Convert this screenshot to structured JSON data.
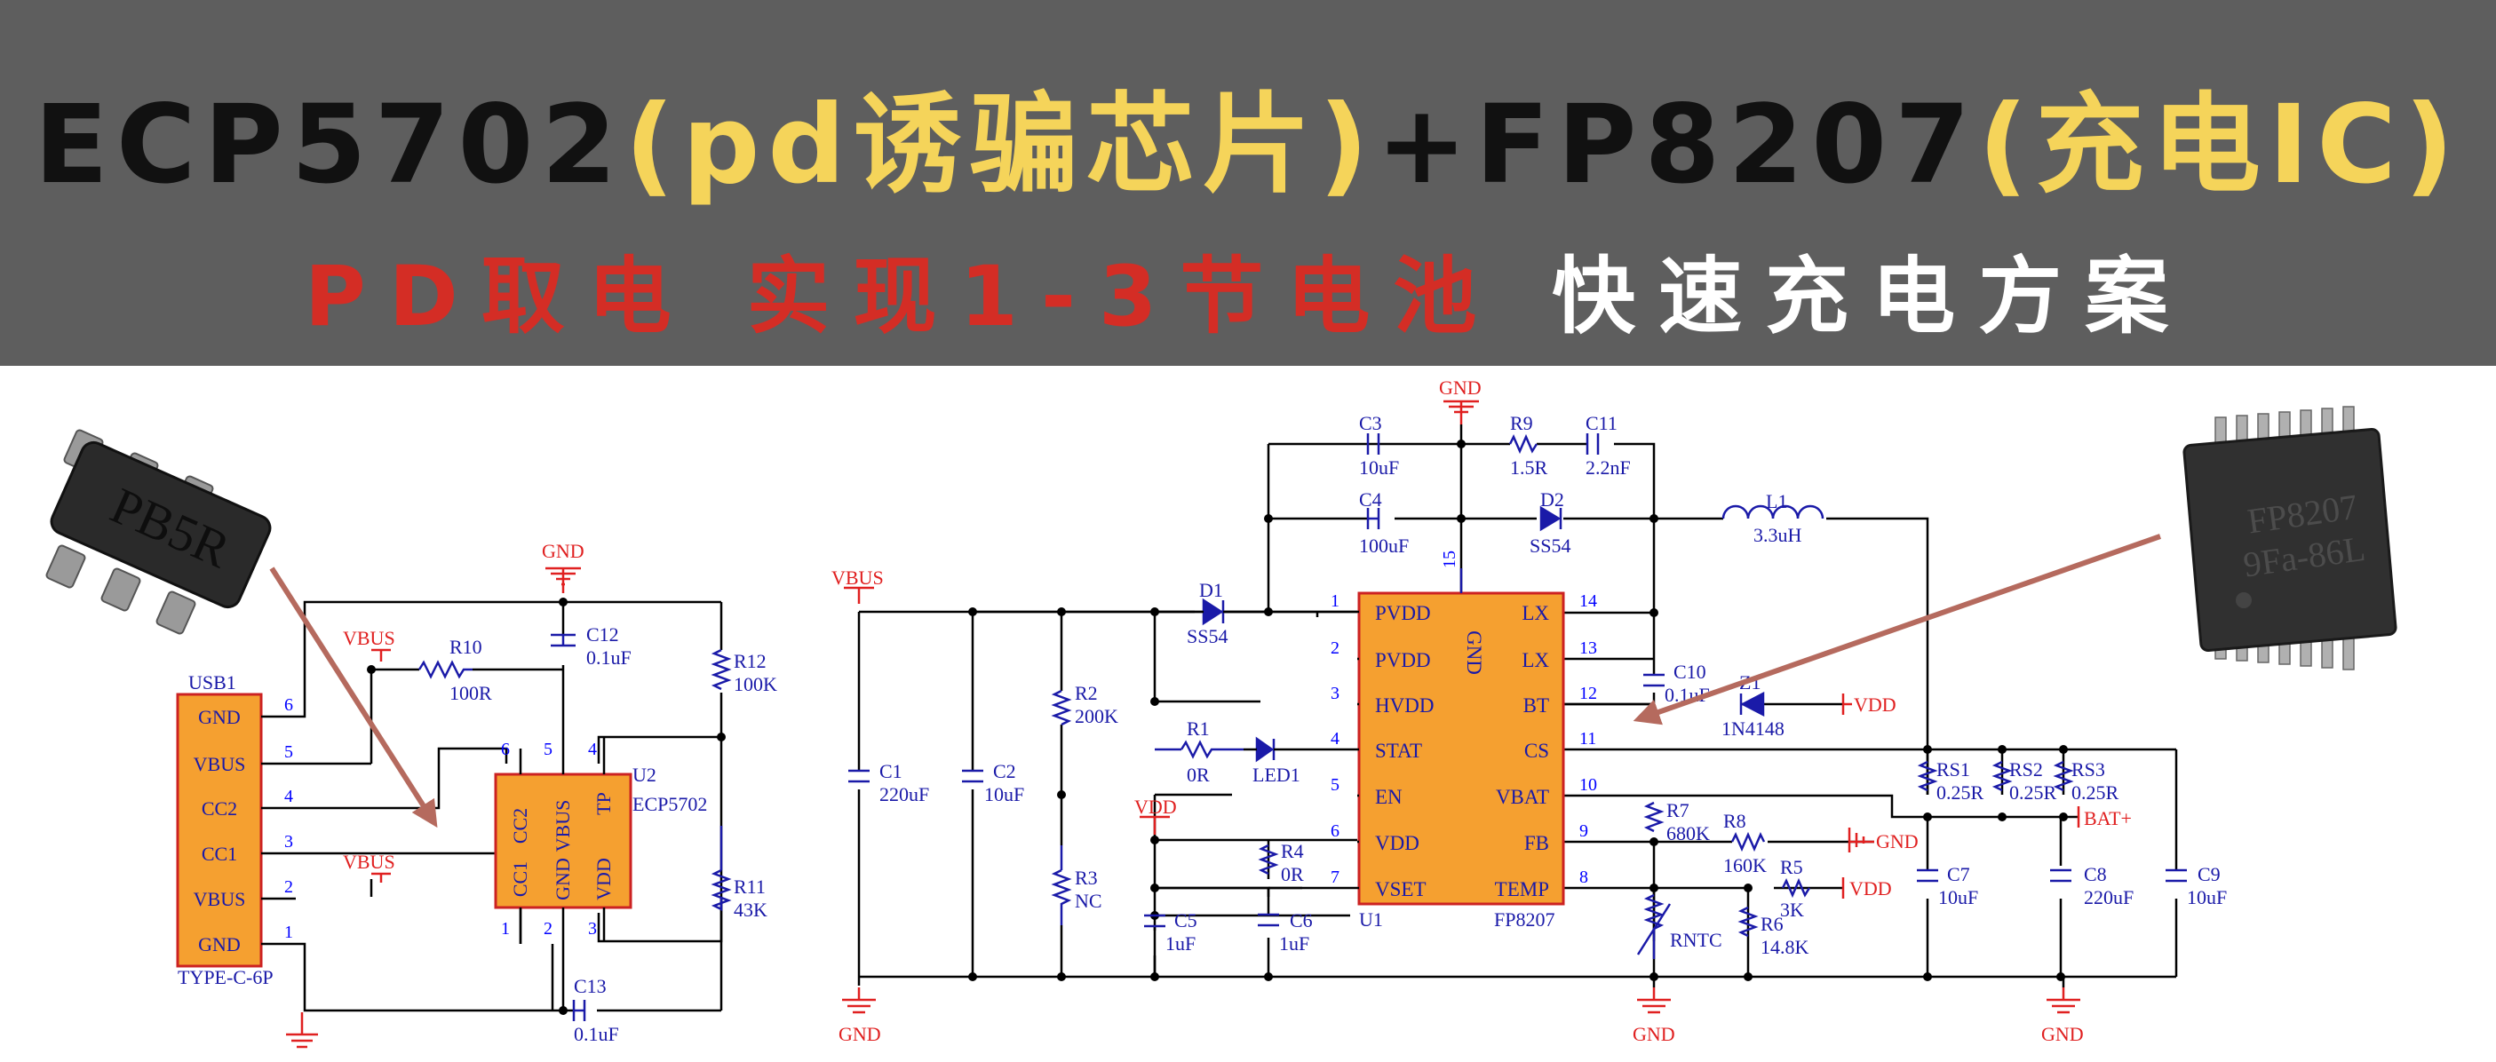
{
  "title": {
    "line1": [
      {
        "text": "ECP5702",
        "color": "#111111"
      },
      {
        "text": "(pd诱骗芯片)",
        "color": "#f5d45a"
      },
      {
        "text": "+FP8207",
        "color": "#111111"
      },
      {
        "text": "(充电IC)",
        "color": "#f5d45a"
      }
    ],
    "line2": [
      {
        "text": "PD取电 实现1-3节电池",
        "color": "#d42d25"
      },
      {
        "text": " 快速充电方案",
        "color": "#ffffff"
      }
    ]
  },
  "chips": {
    "left_marking": "PB5R",
    "right_marking_1": "FP8207",
    "right_marking_2": "9Fa-86L"
  },
  "colors": {
    "wire": "#000000",
    "component": "#1a1aa8",
    "power": "#e02020",
    "ic_fill": "#f5a030",
    "ic_border": "#cc2222",
    "pin_number": "#0000ff"
  },
  "usb": {
    "ref": "USB1",
    "value": "TYPE-C-6P",
    "pins": [
      {
        "name": "GND",
        "num": "6"
      },
      {
        "name": "VBUS",
        "num": "5"
      },
      {
        "name": "CC2",
        "num": "4"
      },
      {
        "name": "CC1",
        "num": "3"
      },
      {
        "name": "VBUS",
        "num": "2"
      },
      {
        "name": "GND",
        "num": "1"
      }
    ]
  },
  "u2": {
    "ref": "U2",
    "value": "ECP5702",
    "pins": [
      {
        "name": "CC2",
        "num": "6"
      },
      {
        "name": "VBUS",
        "num": "5"
      },
      {
        "name": "TP",
        "num": "4"
      },
      {
        "name": "CC1",
        "num": "1"
      },
      {
        "name": "GND",
        "num": "2"
      },
      {
        "name": "VDD",
        "num": "3"
      }
    ]
  },
  "u1": {
    "ref": "U1",
    "value": "FP8207",
    "gnd_label": "GND",
    "gnd_pin": "15",
    "left_pins": [
      {
        "name": "PVDD",
        "num": "1"
      },
      {
        "name": "PVDD",
        "num": "2"
      },
      {
        "name": "HVDD",
        "num": "3"
      },
      {
        "name": "STAT",
        "num": "4"
      },
      {
        "name": "EN",
        "num": "5"
      },
      {
        "name": "VDD",
        "num": "6"
      },
      {
        "name": "VSET",
        "num": "7"
      }
    ],
    "right_pins": [
      {
        "name": "LX",
        "num": "14"
      },
      {
        "name": "LX",
        "num": "13"
      },
      {
        "name": "BT",
        "num": "12"
      },
      {
        "name": "CS",
        "num": "11"
      },
      {
        "name": "VBAT",
        "num": "10"
      },
      {
        "name": "FB",
        "num": "9"
      },
      {
        "name": "TEMP",
        "num": "8"
      }
    ]
  },
  "parts": {
    "R10": {
      "ref": "R10",
      "val": "100R"
    },
    "C12": {
      "ref": "C12",
      "val": "0.1uF"
    },
    "R12": {
      "ref": "R12",
      "val": "100K"
    },
    "R11": {
      "ref": "R11",
      "val": "43K"
    },
    "C13": {
      "ref": "C13",
      "val": "0.1uF"
    },
    "C1": {
      "ref": "C1",
      "val": "220uF"
    },
    "C2": {
      "ref": "C2",
      "val": "10uF"
    },
    "R2": {
      "ref": "R2",
      "val": "200K"
    },
    "R3": {
      "ref": "R3",
      "val": "NC"
    },
    "D1": {
      "ref": "D1",
      "val": "SS54"
    },
    "R1": {
      "ref": "R1",
      "val": "0R"
    },
    "LED1": {
      "ref": "",
      "val": "LED1"
    },
    "C5": {
      "ref": "C5",
      "val": "1uF"
    },
    "C6": {
      "ref": "C6",
      "val": "1uF"
    },
    "R4": {
      "ref": "R4",
      "val": "0R"
    },
    "C3": {
      "ref": "C3",
      "val": "10uF"
    },
    "C4": {
      "ref": "C4",
      "val": "100uF"
    },
    "R9": {
      "ref": "R9",
      "val": "1.5R"
    },
    "C11": {
      "ref": "C11",
      "val": "2.2nF"
    },
    "D2": {
      "ref": "D2",
      "val": "SS54"
    },
    "L1": {
      "ref": "L1",
      "val": "3.3uH"
    },
    "C10": {
      "ref": "C10",
      "val": "0.1uF"
    },
    "Z1": {
      "ref": "Z1",
      "val": "1N4148"
    },
    "R7": {
      "ref": "R7",
      "val": "680K"
    },
    "R8": {
      "ref": "R8",
      "val": "160K"
    },
    "R5": {
      "ref": "R5",
      "val": "3K"
    },
    "R6": {
      "ref": "R6",
      "val": "14.8K"
    },
    "RNTC": {
      "ref": "",
      "val": "RNTC"
    },
    "RS1": {
      "ref": "RS1",
      "val": "0.25R"
    },
    "RS2": {
      "ref": "RS2",
      "val": "0.25R"
    },
    "RS3": {
      "ref": "RS3",
      "val": "0.25R"
    },
    "C7": {
      "ref": "C7",
      "val": "10uF"
    },
    "C8": {
      "ref": "C8",
      "val": "220uF"
    },
    "C9": {
      "ref": "C9",
      "val": "10uF"
    }
  },
  "nets": {
    "gnd": "GND",
    "vbus": "VBUS",
    "vdd": "VDD",
    "bat": "BAT+",
    "gnd_in": "GND"
  }
}
